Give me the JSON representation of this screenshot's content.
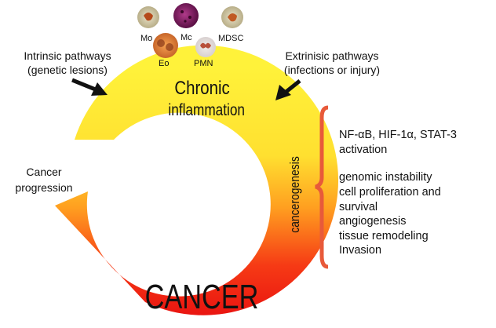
{
  "cells": {
    "mo": "Mo",
    "mc": "Mc",
    "mdsc": "MDSC",
    "eo": "Eo",
    "pmn": "PMN"
  },
  "left_label": {
    "line1": "Intrinsic pathways",
    "line2": "(genetic lesions)"
  },
  "right_label": {
    "line1": "Extrinisic pathways",
    "line2": "(infections or injury)"
  },
  "progression": {
    "line1": "Cancer",
    "line2": "progression"
  },
  "cycle": {
    "top1": "Chronic",
    "top2": "inflammation",
    "side": "cancerogenesis",
    "bottom": "CANCER"
  },
  "mechanisms": [
    "NF-αB, HIF-1α, STAT-3",
    "activation",
    "genomic instability",
    "cell proliferation and",
    "survival",
    "angiogenesis",
    "tissue remodeling",
    "Invasion"
  ],
  "colors": {
    "ring_top": "#ffee33",
    "ring_mid": "#ffa500",
    "ring_bottom": "#f01818",
    "bracket": "#e85a3a",
    "arrow": "#111111"
  }
}
